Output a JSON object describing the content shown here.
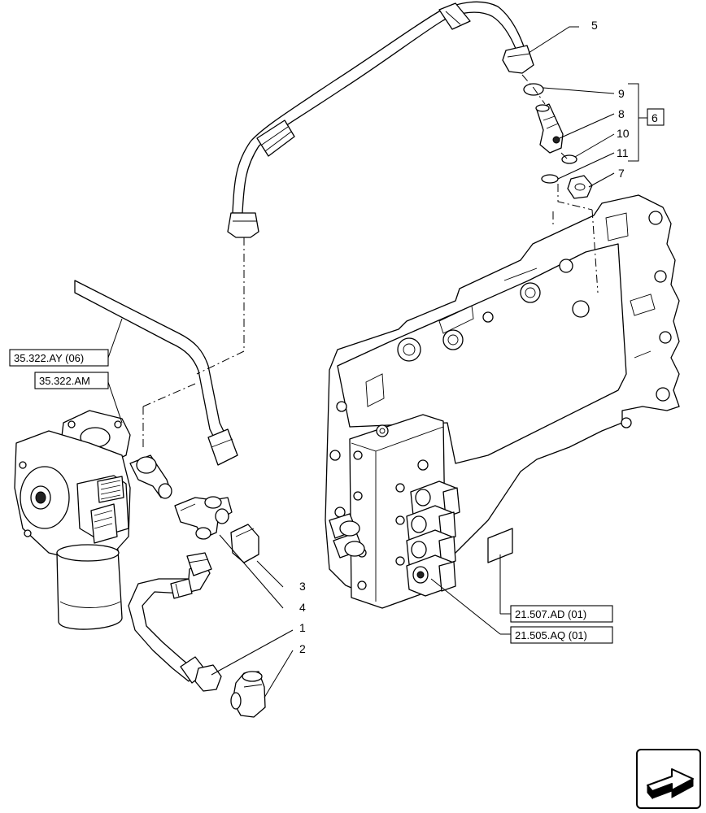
{
  "callouts": [
    {
      "id": "c5",
      "text": "5"
    },
    {
      "id": "c9",
      "text": "9"
    },
    {
      "id": "c8",
      "text": "8"
    },
    {
      "id": "c10",
      "text": "10"
    },
    {
      "id": "c11",
      "text": "11"
    },
    {
      "id": "c7",
      "text": "7"
    },
    {
      "id": "c6",
      "text": "6"
    },
    {
      "id": "c3",
      "text": "3"
    },
    {
      "id": "c4",
      "text": "4"
    },
    {
      "id": "c1",
      "text": "1"
    },
    {
      "id": "c2",
      "text": "2"
    }
  ],
  "references": {
    "ref_ay": "35.322.AY (06)",
    "ref_am": "35.322.AM",
    "ref_ad": "21.507.AD (01)",
    "ref_aq": "21.505.AQ (01)"
  },
  "icons": {
    "nav": "arrow-next-icon"
  }
}
